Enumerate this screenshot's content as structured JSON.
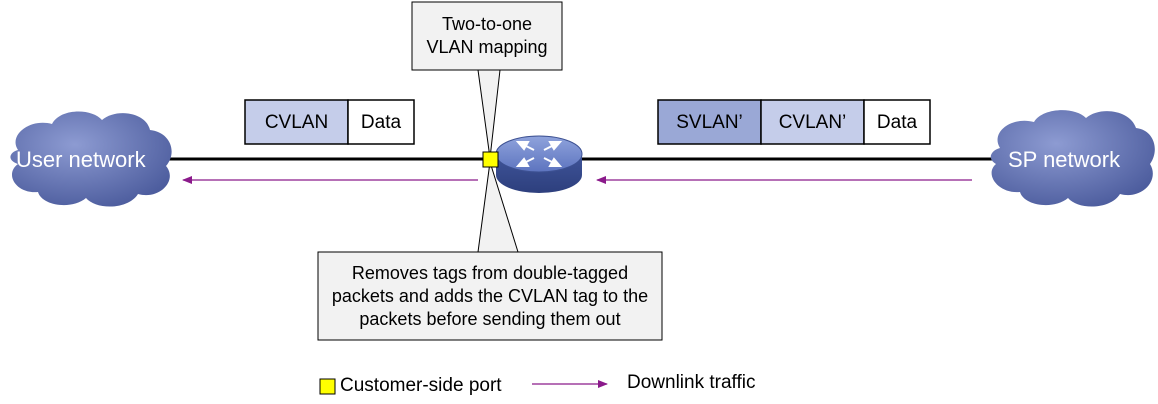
{
  "top_callout": {
    "line1": "Two-to-one",
    "line2": "VLAN mapping"
  },
  "bottom_callout": {
    "line1": "Removes tags from double-tagged",
    "line2": "packets and adds the CVLAN tag to the",
    "line3": "packets before sending them out"
  },
  "user_network": {
    "label": "User network"
  },
  "sp_network": {
    "label": "SP network"
  },
  "left_frame": {
    "fields": [
      "CVLAN",
      "Data"
    ]
  },
  "right_frame": {
    "fields": [
      "SVLAN’",
      "CVLAN’",
      "Data"
    ]
  },
  "legend": {
    "port_label": "Customer-side port",
    "traffic_label": "Downlink traffic"
  },
  "colors": {
    "cloud": "#5a6bab",
    "cloud_highlight": "#7c8bc6",
    "svlan_field": "#9aa8d6",
    "cvlan_field": "#c5cdea",
    "arrow": "#8b1a8b",
    "port": "#ffff00",
    "callout_fill": "#f2f2f2"
  }
}
